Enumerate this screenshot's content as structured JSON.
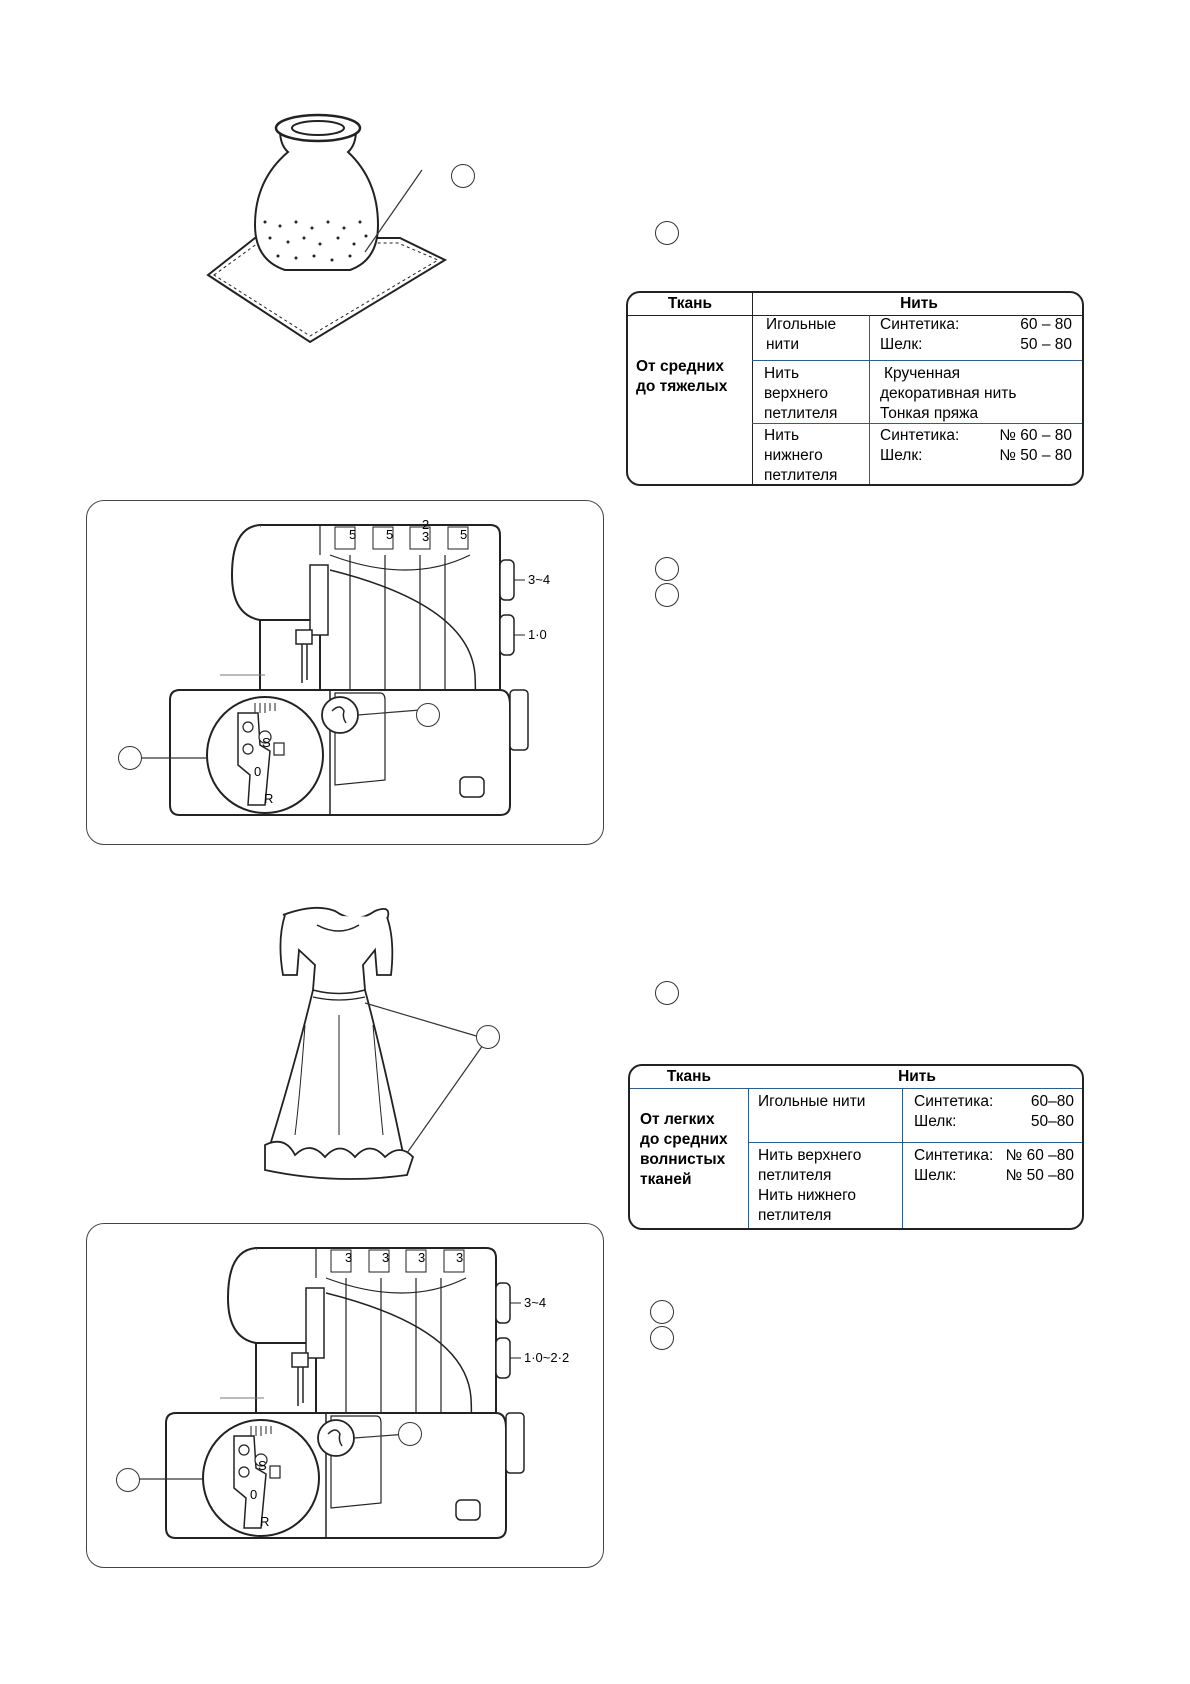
{
  "table1": {
    "header_fabric": "Ткань",
    "header_thread": "Нить",
    "fabric": "От средних\nдо тяжелых",
    "rows": [
      {
        "thread": "Игольные\nнити",
        "lines": [
          [
            "Синтетика:",
            "60 – 80"
          ],
          [
            "Шелк:",
            "50 – 80"
          ]
        ]
      },
      {
        "thread": "Нить\nверхнего\nпетлителя",
        "lines": [
          [
            "Крученная",
            ""
          ],
          [
            "декоративная нить",
            ""
          ],
          [
            "Тонкая пряжа",
            ""
          ]
        ]
      },
      {
        "thread": "Нить\nнижнего\nпетлителя",
        "lines": [
          [
            "Синтетика:",
            "№ 60 – 80"
          ],
          [
            "Шелк:",
            "№ 50 – 80"
          ]
        ]
      }
    ]
  },
  "table2": {
    "header_fabric": "Ткань",
    "header_thread": "Нить",
    "fabric": "От легких\nдо средних\nволнистых\nтканей",
    "rows": [
      {
        "thread": "Игольные нити",
        "lines": [
          [
            "Синтетика:",
            "60–80"
          ],
          [
            "Шелк:",
            "50–80"
          ]
        ]
      },
      {
        "thread": "Нить верхнего\nпетлителя\nНить нижнего\nпетлителя",
        "lines": [
          [
            "Синтетика:",
            "№ 60 –80"
          ],
          [
            "Шелк:",
            "№ 50 –80"
          ]
        ]
      }
    ]
  },
  "machine1": {
    "dial_labels": [
      "5",
      "5",
      "2\n3",
      "5"
    ],
    "stitch_length": "3~4",
    "differential": "1·0",
    "plate_letters": [
      "S",
      "0",
      "R"
    ]
  },
  "machine2": {
    "dial_labels": [
      "3",
      "3",
      "3",
      "3"
    ],
    "stitch_length": "3~4",
    "differential": "1·0~2·2",
    "plate_letters": [
      "S",
      "0",
      "R"
    ]
  }
}
